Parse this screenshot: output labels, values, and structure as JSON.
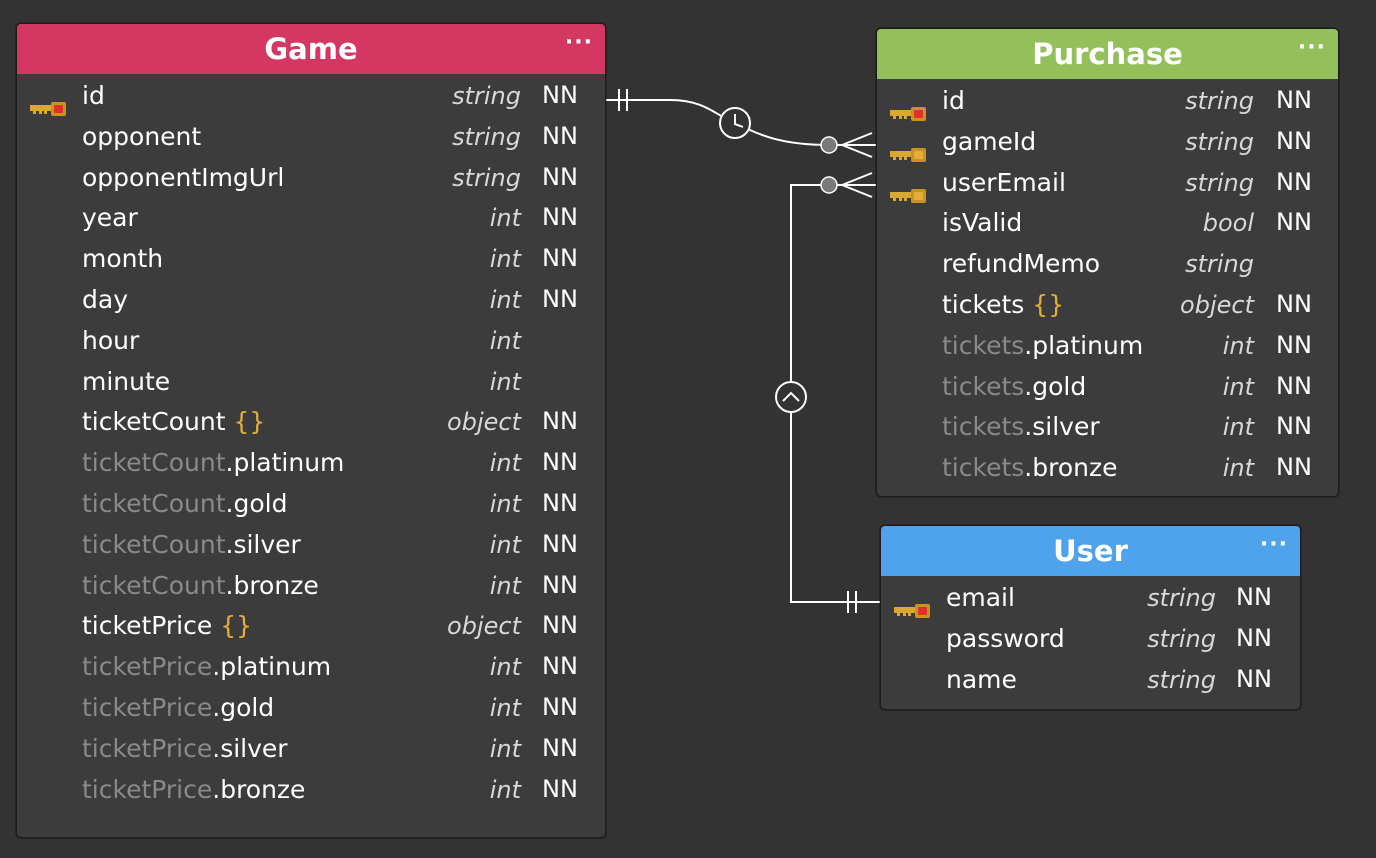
{
  "colors": {
    "background": "#333333",
    "entity_body": "#3c3c3c",
    "game_header": "#d33762",
    "purchase_header": "#93c05a",
    "user_header": "#4fa3ec",
    "primary_key": "#e0322a",
    "foreign_key": "#e2ae3a",
    "parent_text": "#8a8a8a",
    "connector": "#ffffff"
  },
  "entities": {
    "game": {
      "title": "Game",
      "menu_label": "···",
      "fields": [
        {
          "parent": "",
          "name": "id",
          "brace": "",
          "type": "string",
          "nn": "NN",
          "key": "primary"
        },
        {
          "parent": "",
          "name": "opponent",
          "brace": "",
          "type": "string",
          "nn": "NN",
          "key": ""
        },
        {
          "parent": "",
          "name": "opponentImgUrl",
          "brace": "",
          "type": "string",
          "nn": "NN",
          "key": ""
        },
        {
          "parent": "",
          "name": "year",
          "brace": "",
          "type": "int",
          "nn": "NN",
          "key": ""
        },
        {
          "parent": "",
          "name": "month",
          "brace": "",
          "type": "int",
          "nn": "NN",
          "key": ""
        },
        {
          "parent": "",
          "name": "day",
          "brace": "",
          "type": "int",
          "nn": "NN",
          "key": ""
        },
        {
          "parent": "",
          "name": "hour",
          "brace": "",
          "type": "int",
          "nn": "",
          "key": ""
        },
        {
          "parent": "",
          "name": "minute",
          "brace": "",
          "type": "int",
          "nn": "",
          "key": ""
        },
        {
          "parent": "",
          "name": "ticketCount",
          "brace": "{}",
          "type": "object",
          "nn": "NN",
          "key": ""
        },
        {
          "parent": "ticketCount",
          "name": ".platinum",
          "brace": "",
          "type": "int",
          "nn": "NN",
          "key": ""
        },
        {
          "parent": "ticketCount",
          "name": ".gold",
          "brace": "",
          "type": "int",
          "nn": "NN",
          "key": ""
        },
        {
          "parent": "ticketCount",
          "name": ".silver",
          "brace": "",
          "type": "int",
          "nn": "NN",
          "key": ""
        },
        {
          "parent": "ticketCount",
          "name": ".bronze",
          "brace": "",
          "type": "int",
          "nn": "NN",
          "key": ""
        },
        {
          "parent": "",
          "name": "ticketPrice",
          "brace": "{}",
          "type": "object",
          "nn": "NN",
          "key": ""
        },
        {
          "parent": "ticketPrice",
          "name": ".platinum",
          "brace": "",
          "type": "int",
          "nn": "NN",
          "key": ""
        },
        {
          "parent": "ticketPrice",
          "name": ".gold",
          "brace": "",
          "type": "int",
          "nn": "NN",
          "key": ""
        },
        {
          "parent": "ticketPrice",
          "name": ".silver",
          "brace": "",
          "type": "int",
          "nn": "NN",
          "key": ""
        },
        {
          "parent": "ticketPrice",
          "name": ".bronze",
          "brace": "",
          "type": "int",
          "nn": "NN",
          "key": ""
        }
      ]
    },
    "purchase": {
      "title": "Purchase",
      "menu_label": "···",
      "fields": [
        {
          "parent": "",
          "name": "id",
          "brace": "",
          "type": "string",
          "nn": "NN",
          "key": "primary"
        },
        {
          "parent": "",
          "name": "gameId",
          "brace": "",
          "type": "string",
          "nn": "NN",
          "key": "foreign"
        },
        {
          "parent": "",
          "name": "userEmail",
          "brace": "",
          "type": "string",
          "nn": "NN",
          "key": "foreign"
        },
        {
          "parent": "",
          "name": "isValid",
          "brace": "",
          "type": "bool",
          "nn": "NN",
          "key": ""
        },
        {
          "parent": "",
          "name": "refundMemo",
          "brace": "",
          "type": "string",
          "nn": "",
          "key": ""
        },
        {
          "parent": "",
          "name": "tickets",
          "brace": "{}",
          "type": "object",
          "nn": "NN",
          "key": ""
        },
        {
          "parent": "tickets",
          "name": ".platinum",
          "brace": "",
          "type": "int",
          "nn": "NN",
          "key": ""
        },
        {
          "parent": "tickets",
          "name": ".gold",
          "brace": "",
          "type": "int",
          "nn": "NN",
          "key": ""
        },
        {
          "parent": "tickets",
          "name": ".silver",
          "brace": "",
          "type": "int",
          "nn": "NN",
          "key": ""
        },
        {
          "parent": "tickets",
          "name": ".bronze",
          "brace": "",
          "type": "int",
          "nn": "NN",
          "key": ""
        }
      ]
    },
    "user": {
      "title": "User",
      "menu_label": "···",
      "fields": [
        {
          "parent": "",
          "name": "email",
          "brace": "",
          "type": "string",
          "nn": "NN",
          "key": "primary"
        },
        {
          "parent": "",
          "name": "password",
          "brace": "",
          "type": "string",
          "nn": "NN",
          "key": ""
        },
        {
          "parent": "",
          "name": "name",
          "brace": "",
          "type": "string",
          "nn": "NN",
          "key": ""
        }
      ]
    }
  },
  "relationships": [
    {
      "from": "Game.id",
      "to": "Purchase.gameId",
      "from_end": "one-and-only-one",
      "to_end": "zero-or-many"
    },
    {
      "from": "User.email",
      "to": "Purchase.userEmail",
      "from_end": "one-and-only-one",
      "to_end": "zero-or-many"
    }
  ]
}
